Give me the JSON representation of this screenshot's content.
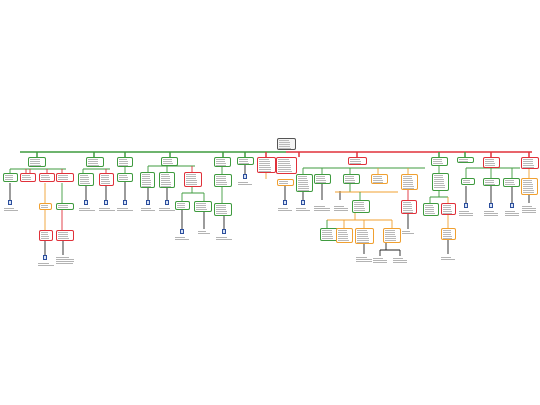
{
  "diagram": {
    "type": "tree",
    "text_legible": false,
    "colors": {
      "green": "#3f9b3f",
      "red": "#e0313a",
      "orange": "#f0a030",
      "black": "#222222",
      "root": "#555555",
      "document_icon": "#2c4e9c"
    },
    "root": {
      "color": "root",
      "label": ""
    },
    "branches": [
      {
        "color": "green",
        "label": ""
      },
      {
        "color": "green",
        "label": ""
      },
      {
        "color": "green",
        "label": ""
      },
      {
        "color": "green",
        "label": ""
      },
      {
        "color": "green",
        "label": ""
      },
      {
        "color": "green",
        "label": ""
      },
      {
        "color": "green",
        "label": ""
      },
      {
        "color": "green",
        "label": ""
      },
      {
        "color": "red",
        "label": ""
      },
      {
        "color": "red",
        "label": ""
      },
      {
        "color": "green",
        "label": ""
      },
      {
        "color": "green",
        "label": ""
      },
      {
        "color": "red",
        "label": ""
      },
      {
        "color": "red",
        "label": ""
      }
    ],
    "note": ""
  }
}
